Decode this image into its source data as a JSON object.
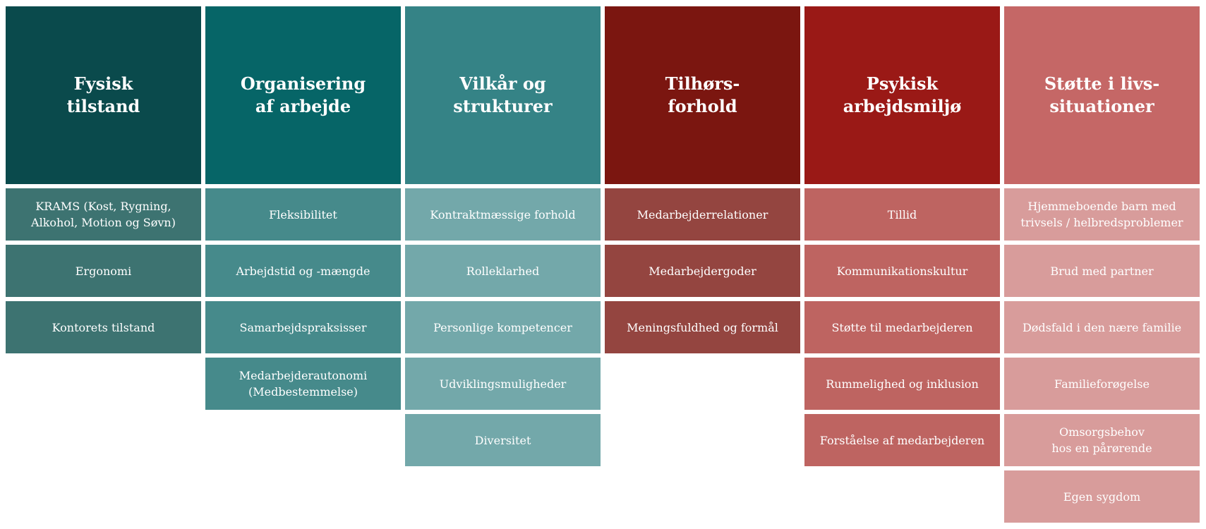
{
  "columns": [
    {
      "title": "Fysisk\ntilstand",
      "header_color": "#0a4a4c",
      "item_color": "#3d7371",
      "items": [
        "KRAMS (Kost, Rygning,\nAlkohol, Motion og Søvn)",
        "Ergonomi",
        "Kontorets tilstand"
      ]
    },
    {
      "title": "Organisering\naf arbejde",
      "header_color": "#066567",
      "item_color": "#468a8b",
      "items": [
        "Fleksibilitet",
        "Arbejdstid og -mængde",
        "Samarbejdspraksisser",
        "Medarbejderautonomi\n(Medbestemmelse)"
      ]
    },
    {
      "title": "Vilkår og\nstrukturer",
      "header_color": "#358386",
      "item_color": "#73a8aa",
      "items": [
        "Kontraktmæssige forhold",
        "Rolleklarhed",
        "Personlige kompetencer",
        "Udviklingsmuligheder",
        "Diversitet"
      ]
    },
    {
      "title": "Tilhørs-\nforhold",
      "header_color": "#7b1610",
      "item_color": "#944540",
      "items": [
        "Medarbejderrelationer",
        "Medarbejdergoder",
        "Meningsfuldhed og formål"
      ]
    },
    {
      "title": "Psykisk\narbejdsmiljø",
      "header_color": "#9a1916",
      "item_color": "#be6461",
      "items": [
        "Tillid",
        "Kommunikationskultur",
        "Støtte til medarbejderen",
        "Rummelighed og inklusion",
        "Forståelse af medarbejderen"
      ]
    },
    {
      "title": "Støtte i livs-\nsituationer",
      "header_color": "#c56766",
      "item_color": "#d89c9b",
      "items": [
        "Hjemmeboende barn med\ntrivsels / helbredsproblemer",
        "Brud med partner",
        "Dødsfald i den nære familie",
        "Familieforøgelse",
        "Omsorgsbehov\nhos en pårørende",
        "Egen sygdom"
      ]
    }
  ]
}
